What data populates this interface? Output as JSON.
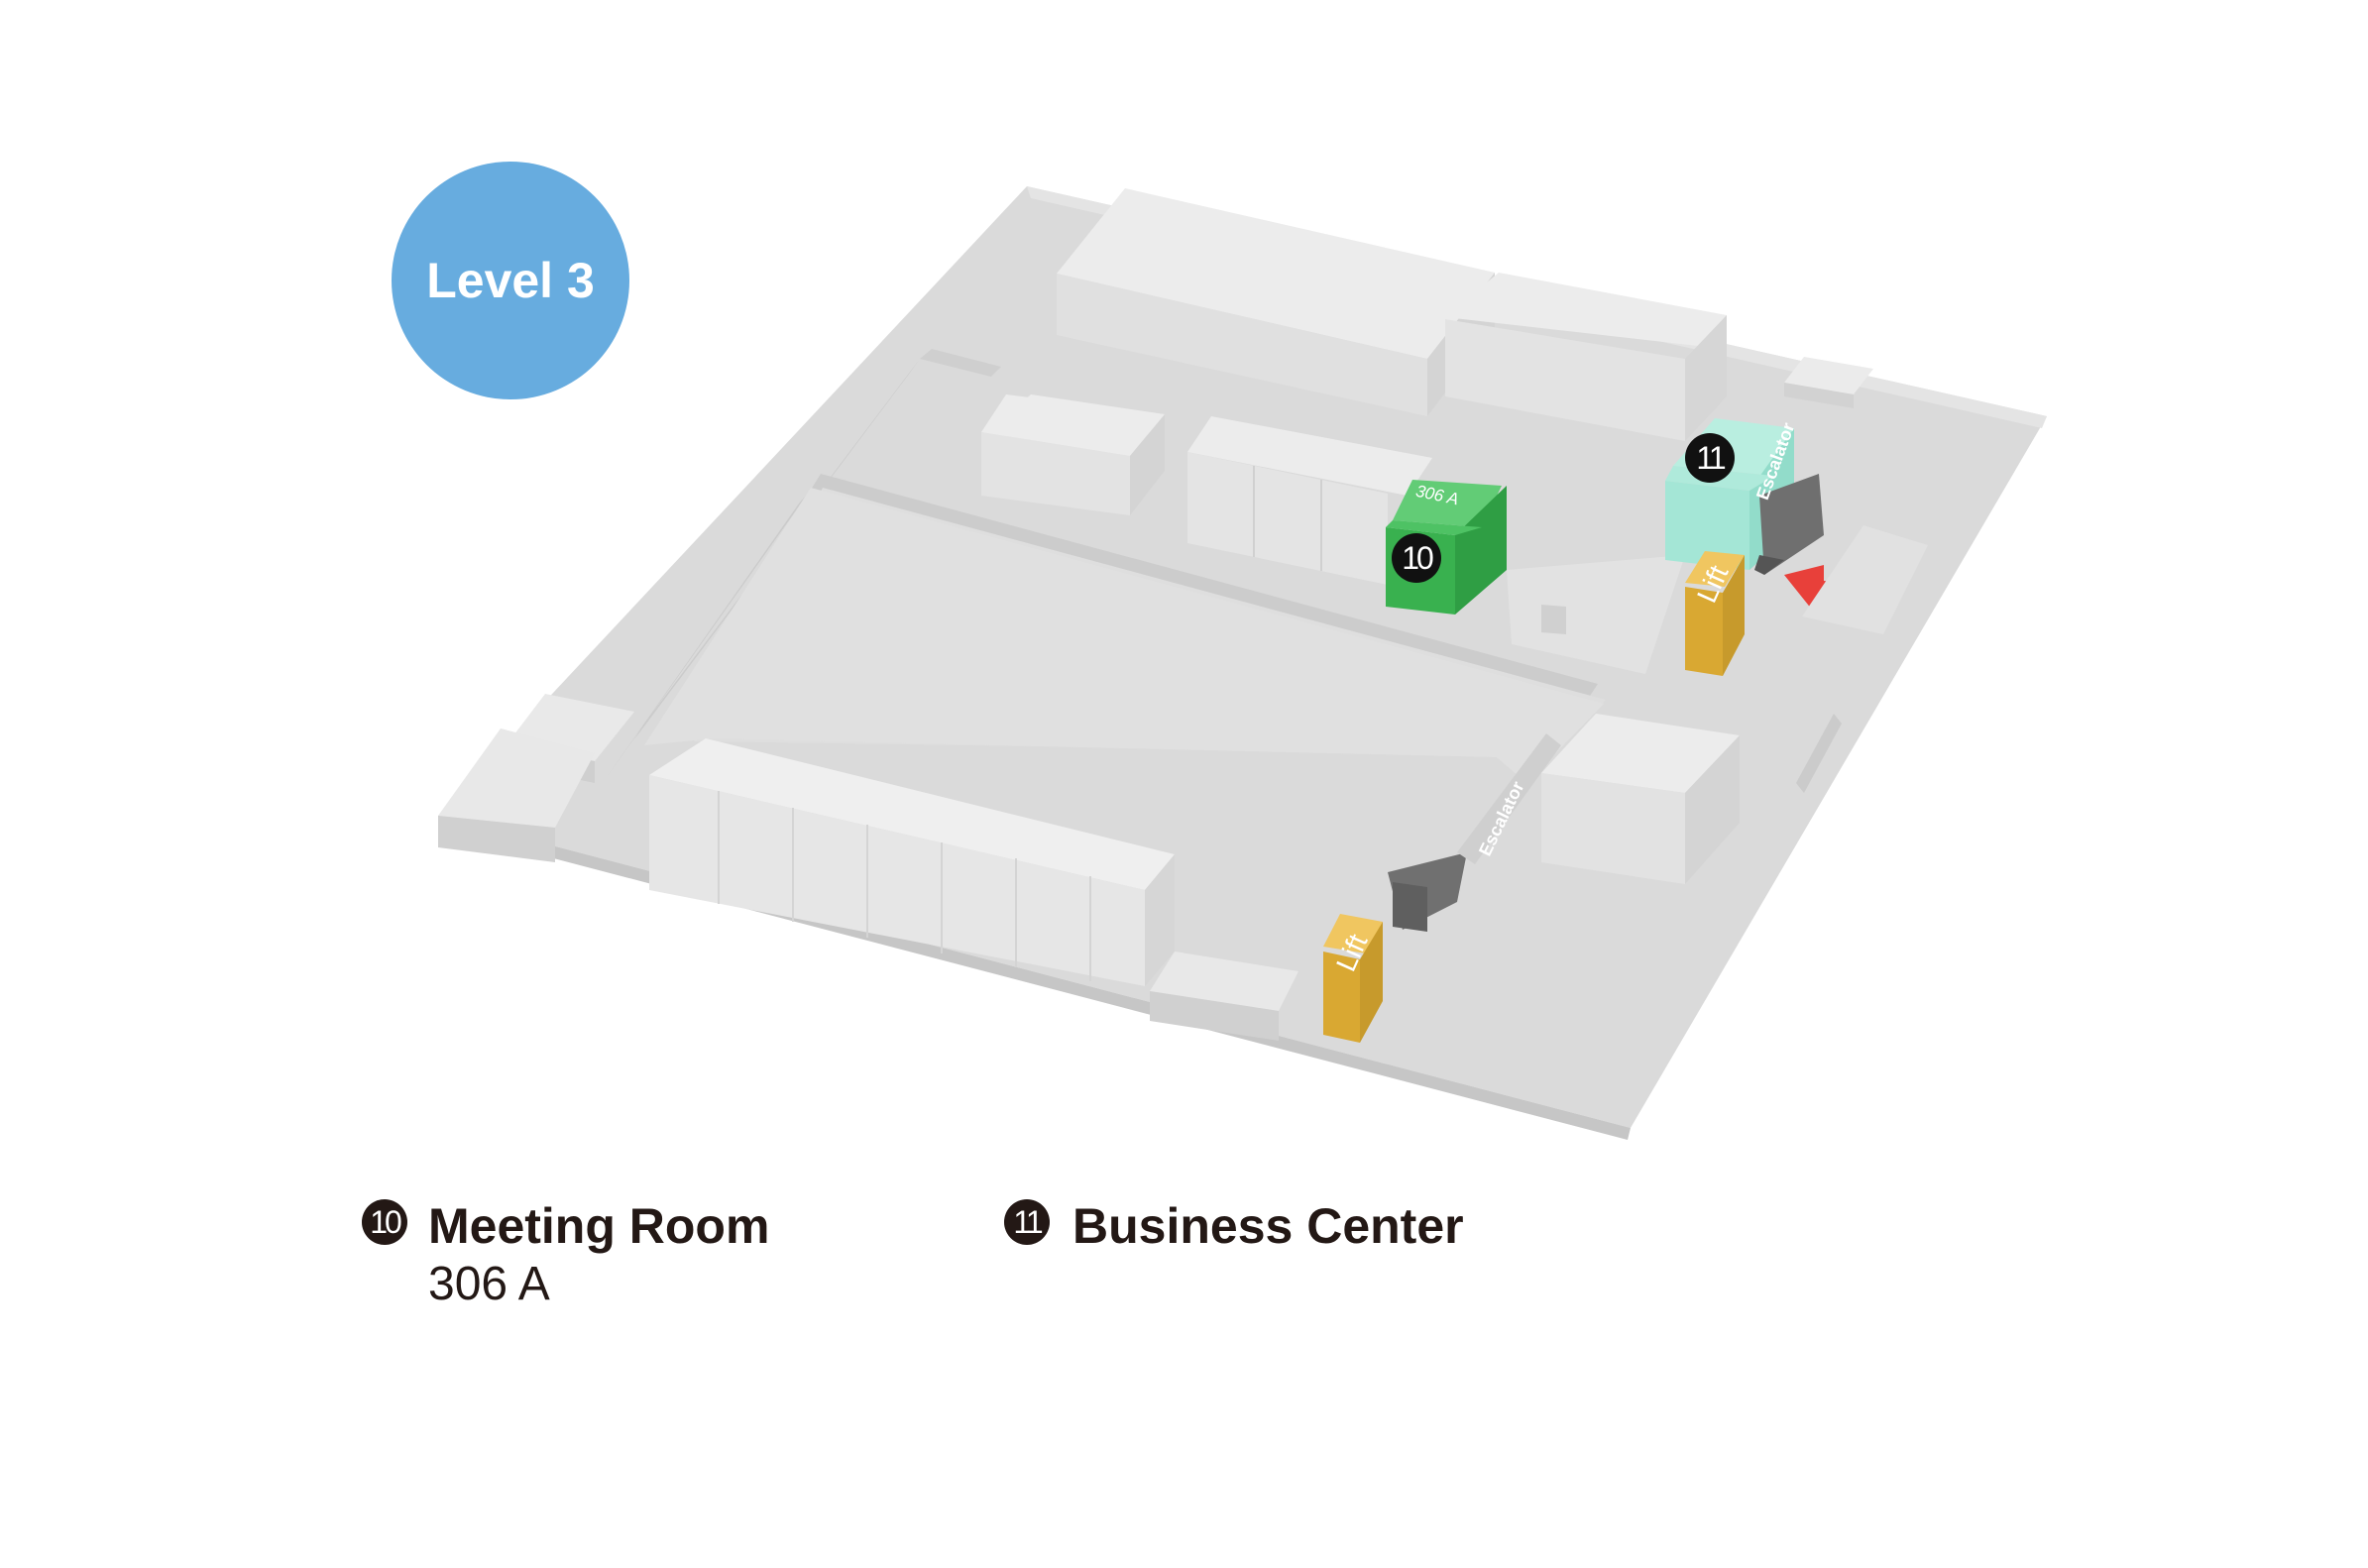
{
  "map": {
    "level_label": "Level 3",
    "room_label_306a": "306 A",
    "marker_10": "10",
    "marker_11": "11",
    "escalator_label": "Escalator",
    "lift_label": "Lift",
    "colors": {
      "floor": "#dcdcdc",
      "block": "#e6e6e6",
      "meeting_room": "#3dba58",
      "business_center": "#a4e6d6",
      "lift": "#e0b038",
      "escalator": "#6f6f6f",
      "arrow": "#e8403a",
      "level_badge": "#67acdf"
    }
  },
  "legend": [
    {
      "number": "10",
      "name": "Meeting Room",
      "detail": "306 A"
    },
    {
      "number": "11",
      "name": "Business Center"
    }
  ]
}
